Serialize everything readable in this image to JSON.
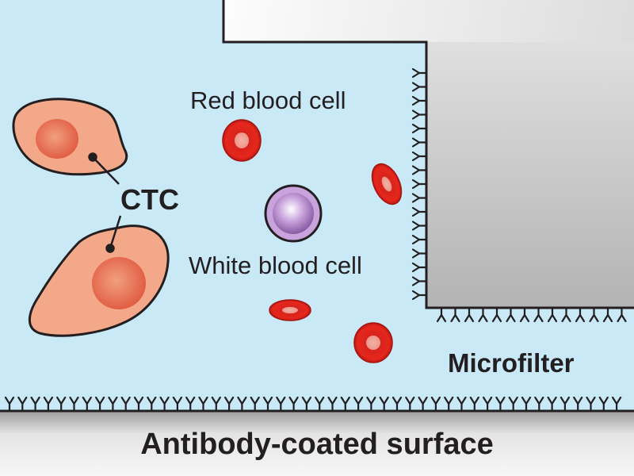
{
  "labels": {
    "red_blood_cell": "Red blood cell",
    "white_blood_cell": "White blood cell",
    "ctc": "CTC",
    "microfilter": "Microfilter",
    "antibody_surface": "Antibody-coated surface"
  },
  "colors": {
    "fluid": "#c9e9f7",
    "outline": "#231f20",
    "ctc_fill": "#f4a88a",
    "ctc_nucleus": "#e3664f",
    "rbc": "#e2231a",
    "wbc_fill": "#c4a6d4",
    "wbc_center": "#ffffff",
    "surface_light": "#f5f5f5",
    "surface_dark": "#9a9a9a"
  },
  "icons": {
    "antibody": "Y-shaped antibody",
    "ctc": "tumor-cell",
    "rbc": "red-blood-cell",
    "wbc": "white-blood-cell"
  }
}
